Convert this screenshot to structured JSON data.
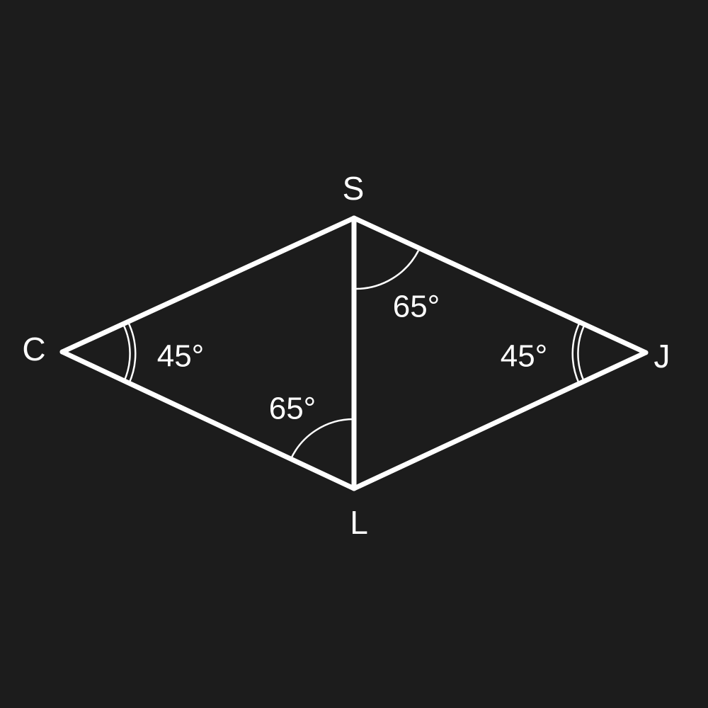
{
  "colors": {
    "background": "#1c1c1c",
    "stroke": "#ffffff",
    "text": "#ffffff"
  },
  "vertices": {
    "C": "C",
    "S": "S",
    "J": "J",
    "L": "L"
  },
  "angles": {
    "at_C": "45°",
    "at_J": "45°",
    "at_S_right": "65°",
    "at_L_left": "65°"
  },
  "angle_marks": {
    "at_C": "double-arc",
    "at_J": "double-arc",
    "at_S_right": "single-arc",
    "at_L_left": "single-arc"
  }
}
